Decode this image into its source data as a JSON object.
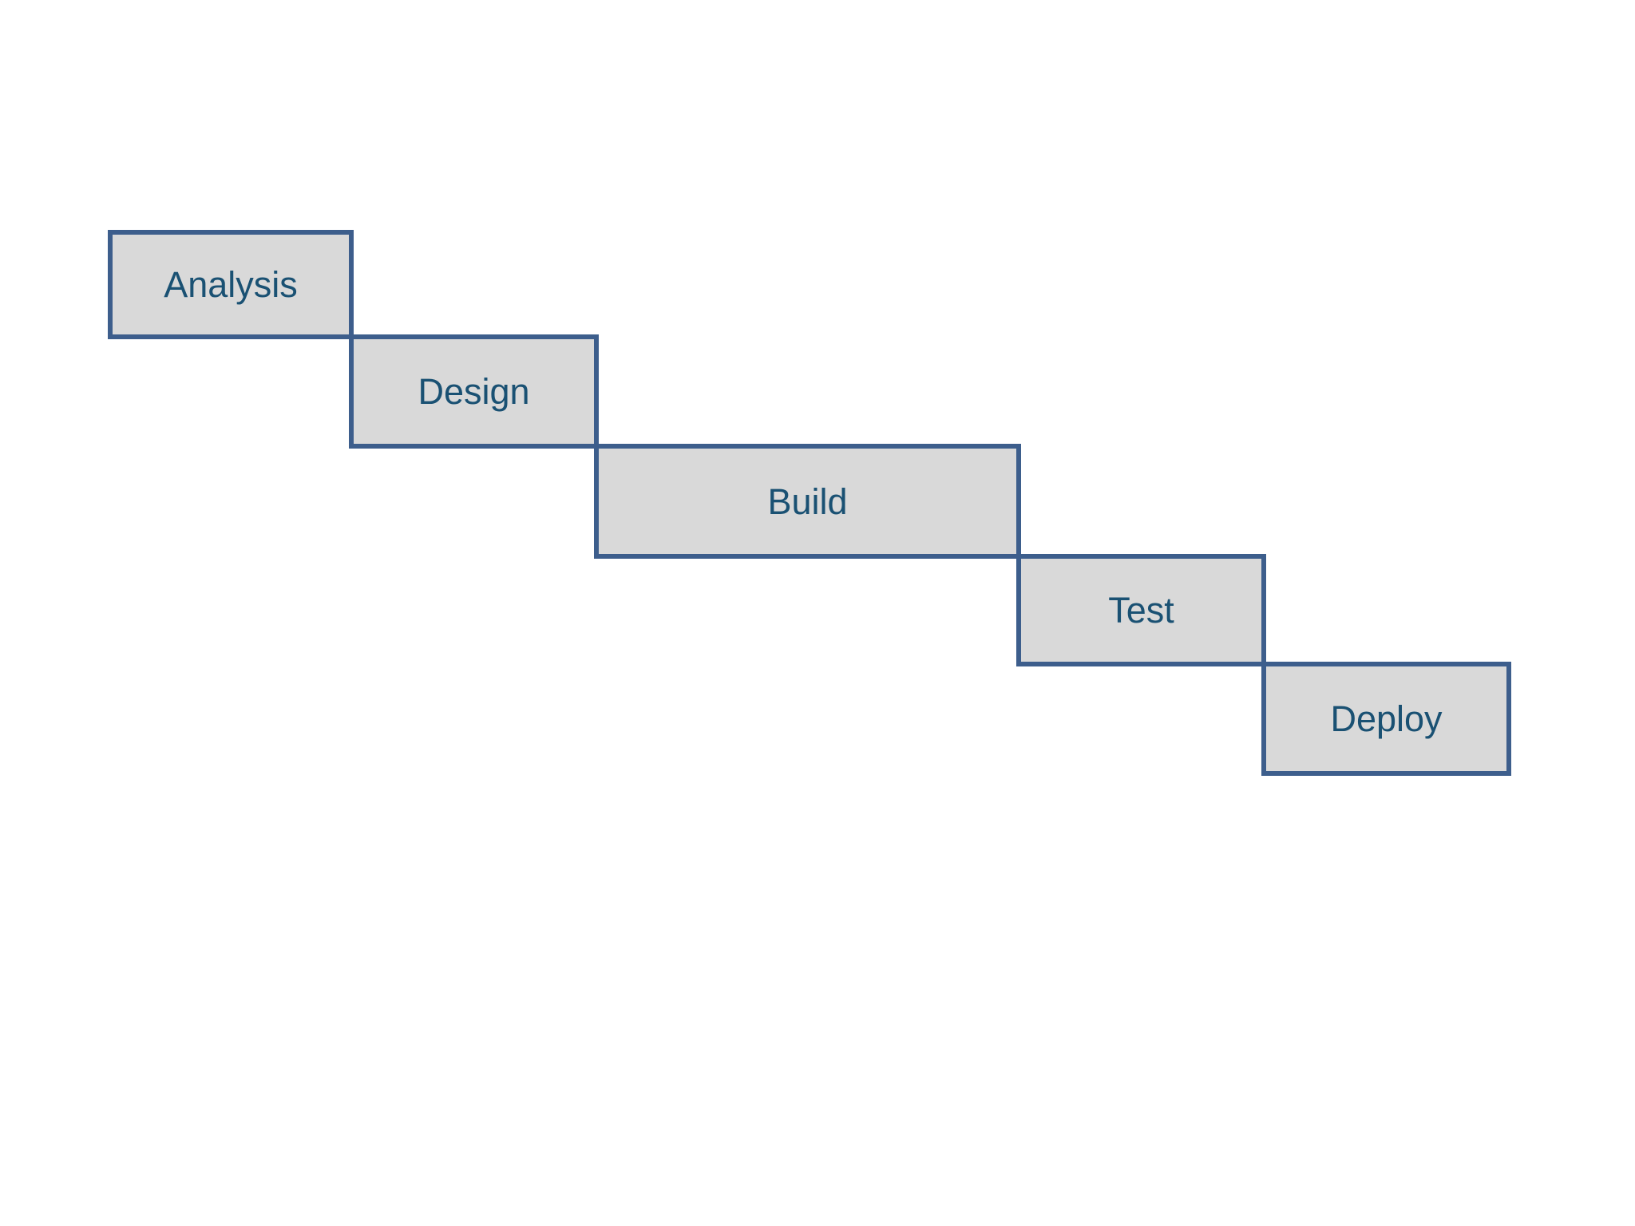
{
  "diagram": {
    "type": "waterfall-process-steps",
    "steps": [
      {
        "id": "analysis",
        "label": "Analysis"
      },
      {
        "id": "design",
        "label": "Design"
      },
      {
        "id": "build",
        "label": "Build"
      },
      {
        "id": "test",
        "label": "Test"
      },
      {
        "id": "deploy",
        "label": "Deploy"
      }
    ]
  },
  "colors": {
    "background": "#ffffff",
    "box_fill": "#d9d9d9",
    "box_border": "#3d5e8c",
    "label_text": "#1a5173"
  }
}
